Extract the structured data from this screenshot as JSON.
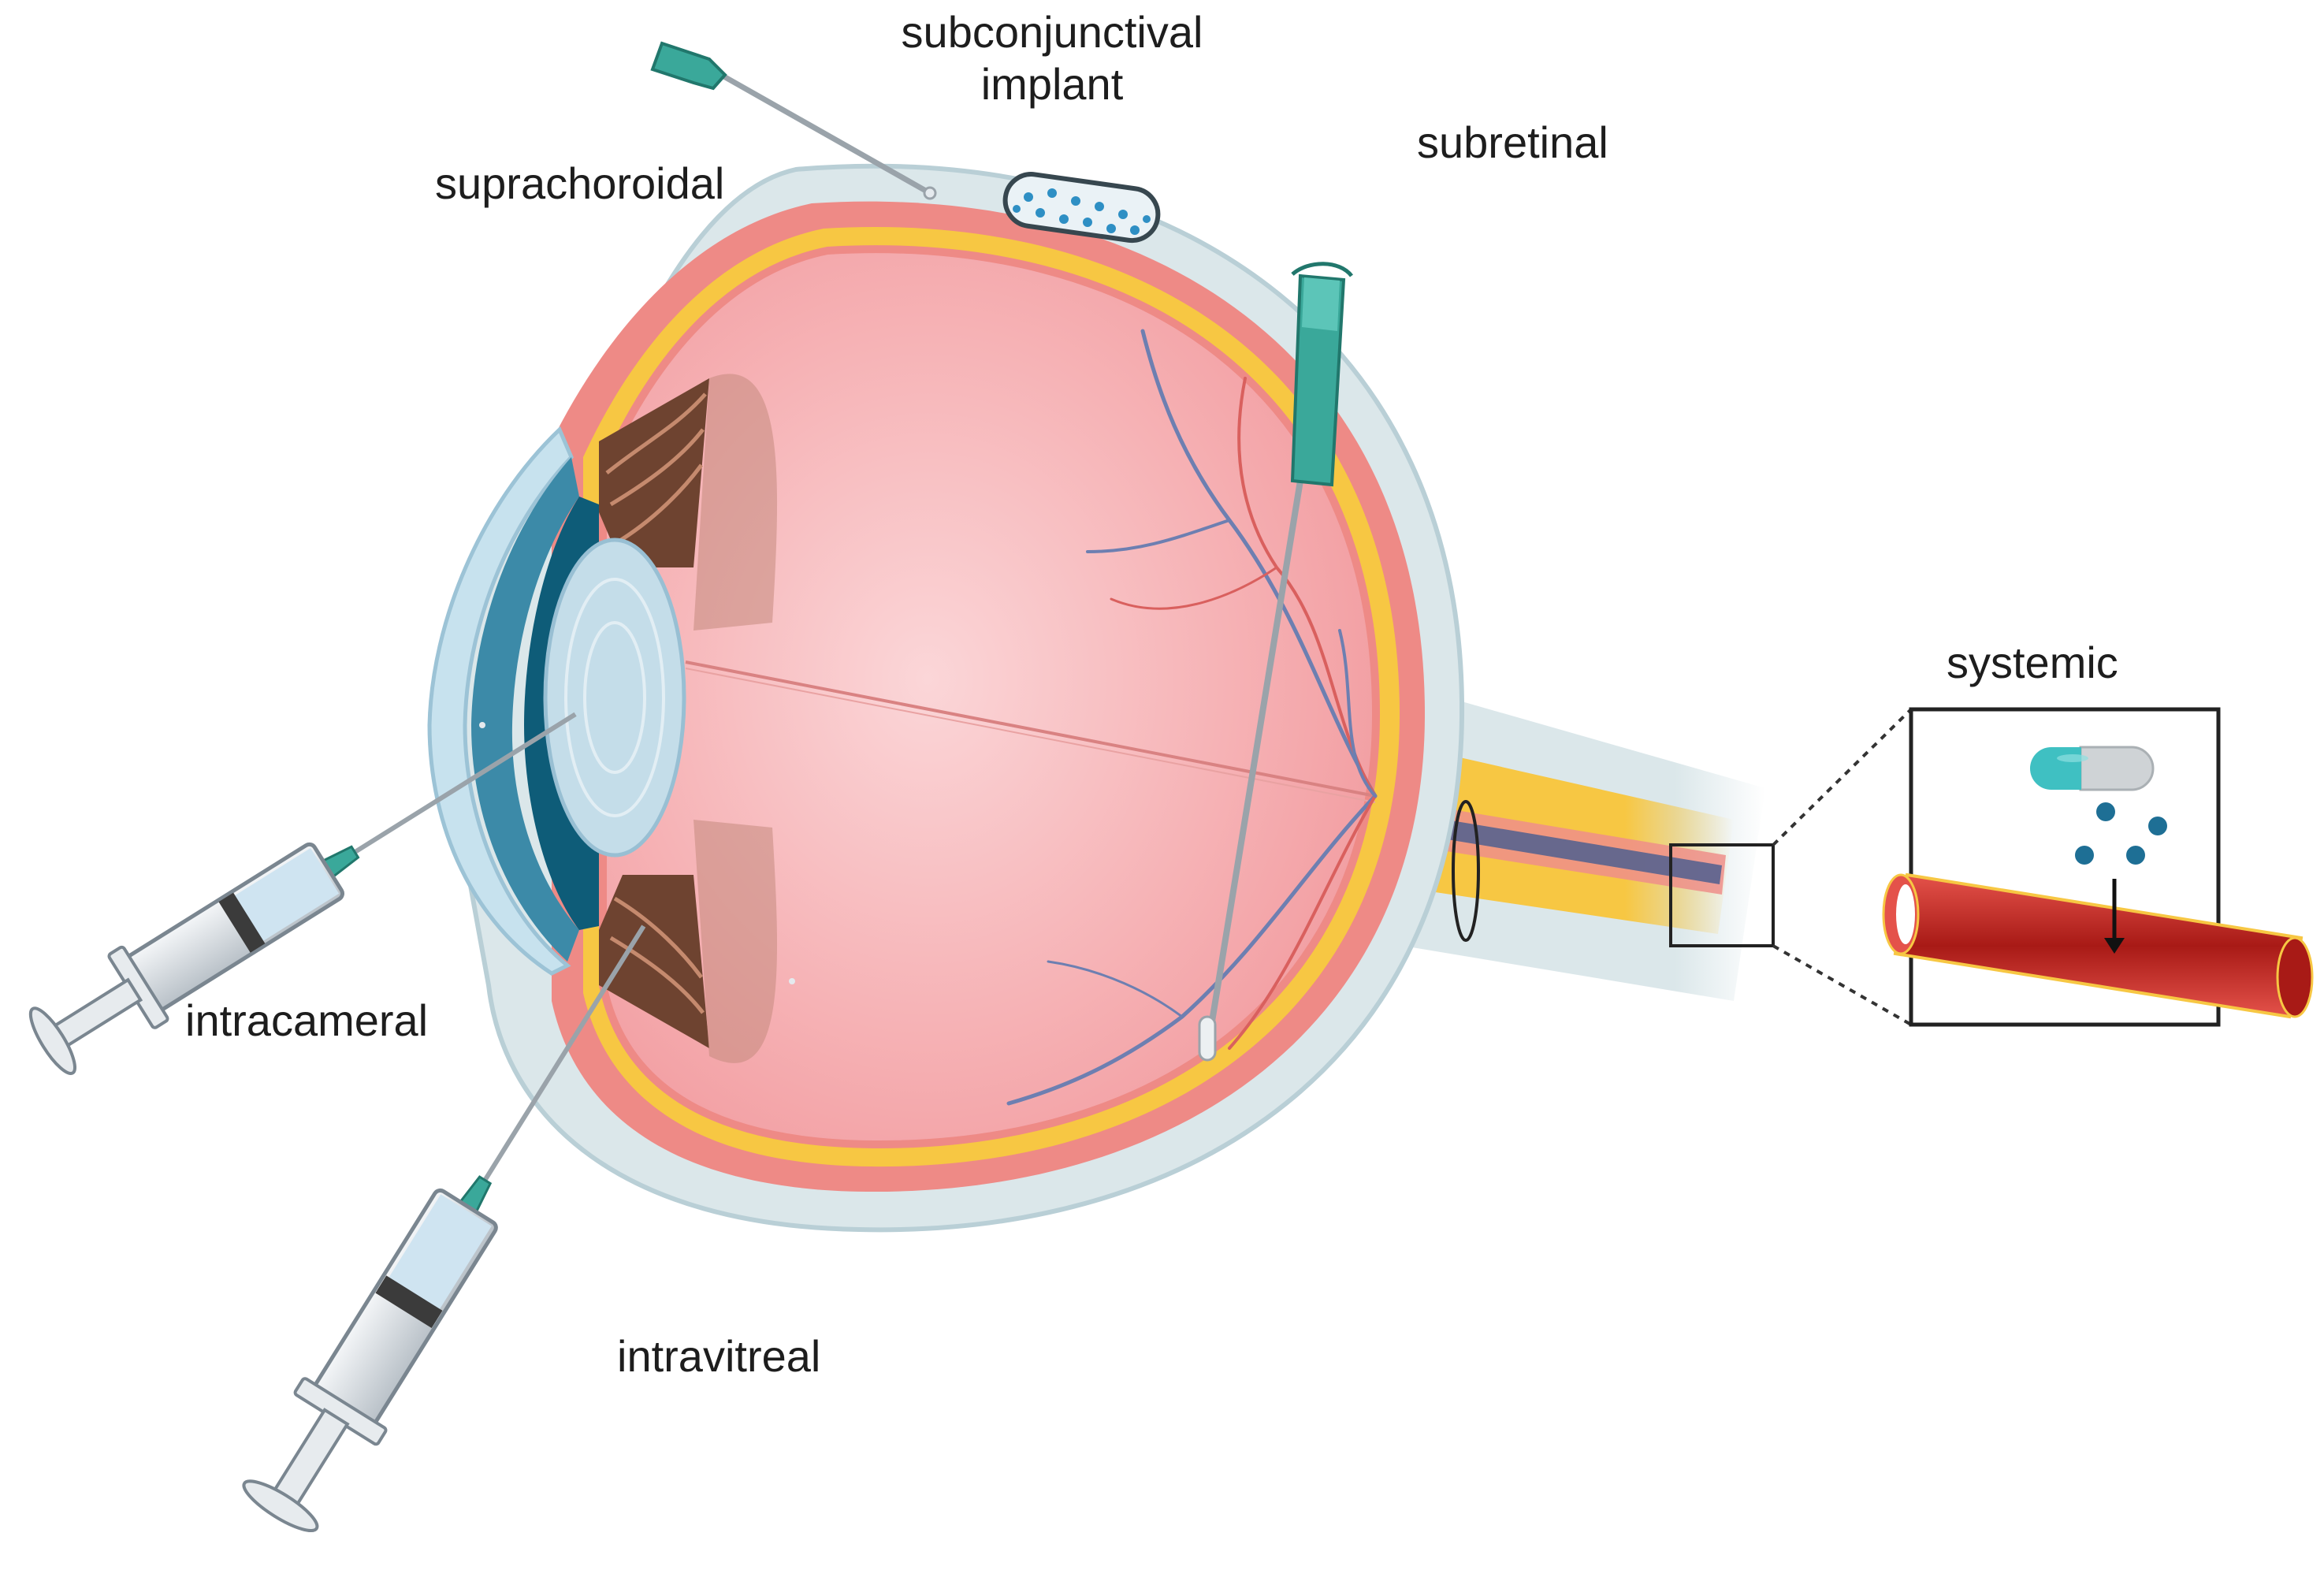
{
  "labels": {
    "subconjunctival_line1": "subconjunctival",
    "subconjunctival_line2": "implant",
    "suprachoroidal": "suprachoroidal",
    "subretinal": "subretinal",
    "systemic": "systemic",
    "intracameral": "intracameral",
    "intravitreal": "intravitreal"
  },
  "colors": {
    "sclera": "#dbe7ea",
    "choroid": "#ee8a86",
    "retina": "#f7c743",
    "vitreous": "#f7b4b6",
    "cornea": "#c7e2ee",
    "iris": "#0e5c78",
    "lens": "#c4dde9",
    "ciliary": "#6e4330",
    "needle_hub": "#3aa89a",
    "syringe_barrel": "#cfe4f1",
    "vessel": "#c7261f",
    "drug_particle": "#1e6f95",
    "capsule_teal": "#3fc0c2",
    "capsule_grey": "#cfd3d6"
  }
}
